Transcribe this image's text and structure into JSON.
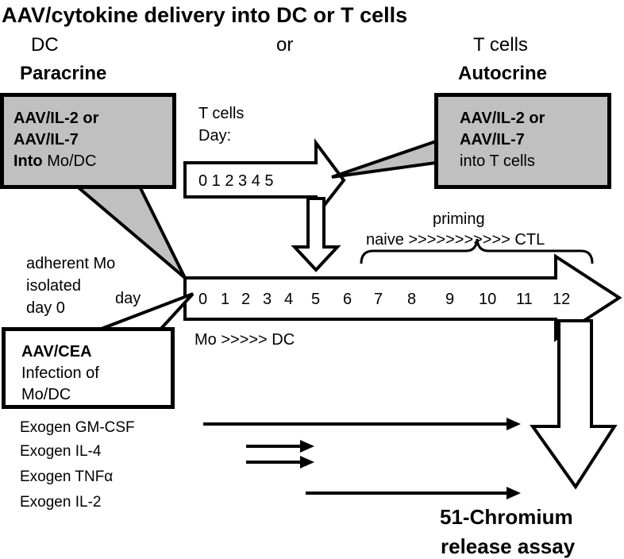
{
  "title": "AAV/cytokine delivery into DC or T cells",
  "header": {
    "dc_label": "DC",
    "or_label": "or",
    "tcells_label": "T cells",
    "paracrine": "Paracrine",
    "autocrine": "Autocrine"
  },
  "box_paracrine": {
    "line1": "AAV/IL-2 or",
    "line2": "AAV/IL-7",
    "line3_bold": "Into",
    "line3_rest": " Mo/DC"
  },
  "box_autocrine": {
    "line1": "AAV/IL-2 or",
    "line2": "AAV/IL-7",
    "line3": "into  T cells"
  },
  "tcell_arrow": {
    "label1": "T cells",
    "label2": "Day:",
    "days": "0 1 2  3  4  5"
  },
  "main_arrow": {
    "day_label": "day",
    "days": [
      "0",
      "1",
      "2",
      "3",
      "4",
      "5",
      "6",
      "7",
      "8",
      "9",
      "10",
      "11",
      "12"
    ],
    "differentiation": "Mo >>>>> DC"
  },
  "adherent": {
    "line1": "adherent Mo",
    "line2": "isolated",
    "line3": "day 0"
  },
  "priming": {
    "label": "priming",
    "sequence": "naive >>>>>>>>>>> CTL"
  },
  "box_cea": {
    "line1": "AAV/CEA",
    "line2": "Infection of",
    "line3": "Mo/DC"
  },
  "exogen": [
    "Exogen GM-CSF",
    "Exogen IL-4",
    "Exogen TNFα",
    "Exogen IL-2"
  ],
  "assay": {
    "line1": "51-Chromium",
    "line2": "release assay"
  },
  "colors": {
    "callout_fill": "#c0c0c0",
    "stroke": "#000000",
    "background": "#ffffff"
  }
}
